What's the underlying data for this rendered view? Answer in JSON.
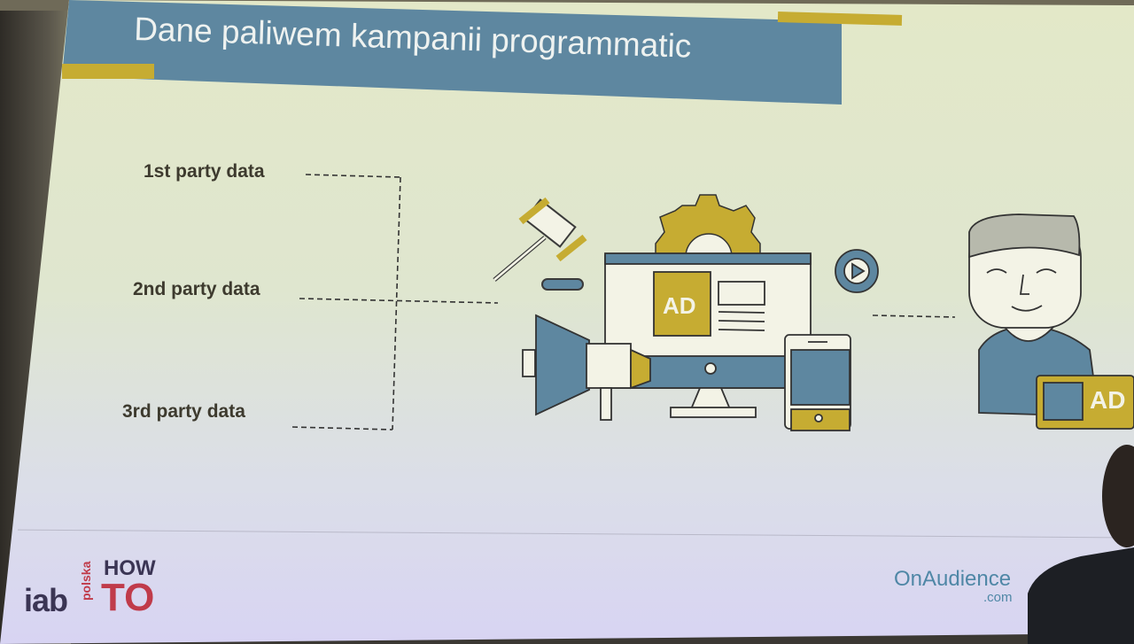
{
  "slide": {
    "title": "Dane paliwem kampanii programmatic",
    "data_sources": [
      "1st party data",
      "2nd party data",
      "3rd party data"
    ],
    "ad_label_monitor": "AD",
    "ad_label_person": "AD"
  },
  "footer": {
    "iab": "iab",
    "polska": "polska",
    "how": "HOW",
    "to": "TO",
    "onaudience": "OnAudience",
    "dotcom": ".com"
  },
  "colors": {
    "title_bar": "#5e87a0",
    "accent_gold": "#c6ac32",
    "illustration_blue": "#5e87a0",
    "iab_red": "#c03b4a"
  }
}
